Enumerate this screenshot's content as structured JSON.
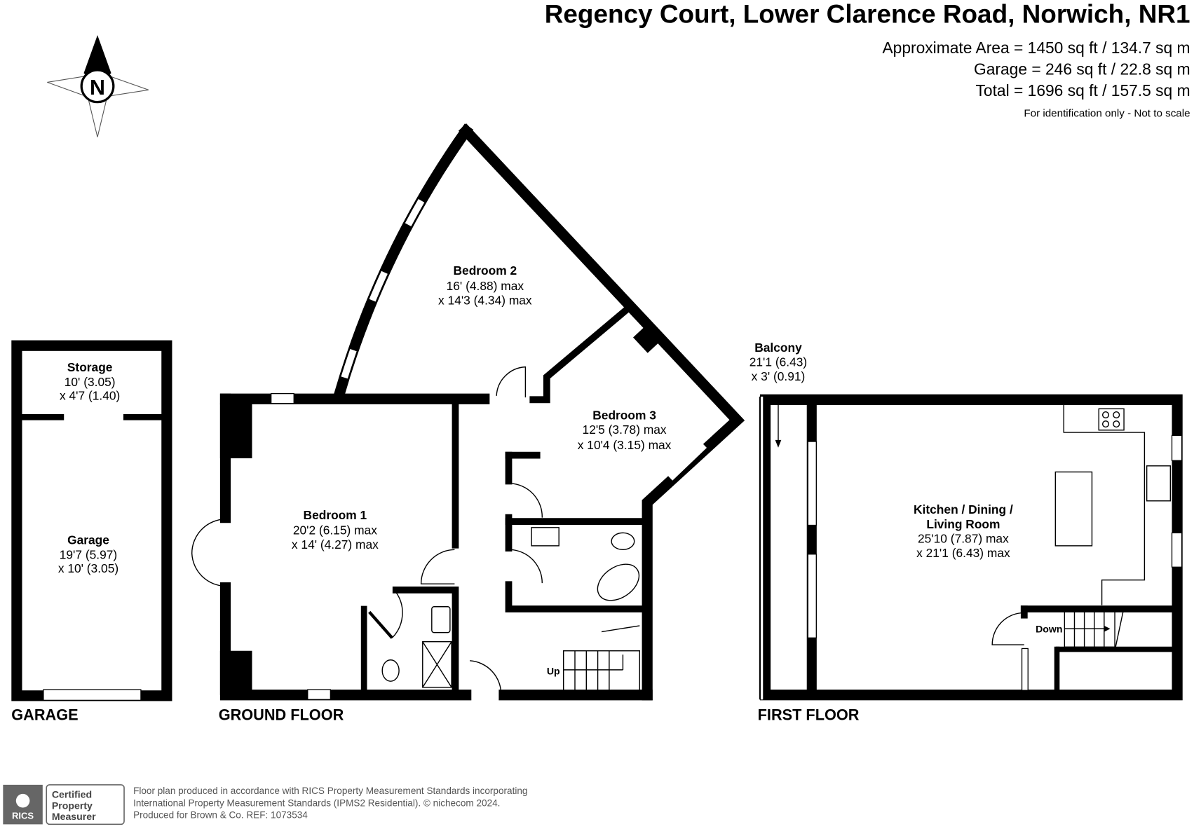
{
  "header": {
    "title": "Regency Court, Lower Clarence Road, Norwich, NR1",
    "area_lines": [
      "Approximate Area = 1450 sq ft / 134.7 sq m",
      "Garage = 246 sq ft / 22.8 sq m",
      "Total = 1696 sq ft / 157.5 sq m"
    ],
    "disclaimer": "For identification only - Not to scale"
  },
  "compass": {
    "label": "N"
  },
  "floors": {
    "garage": "GARAGE",
    "ground": "GROUND FLOOR",
    "first": "FIRST FLOOR"
  },
  "rooms": {
    "storage": {
      "name": "Storage",
      "dim1": "10' (3.05)",
      "dim2": "x 4'7 (1.40)"
    },
    "garage": {
      "name": "Garage",
      "dim1": "19'7 (5.97)",
      "dim2": "x 10' (3.05)"
    },
    "bedroom1": {
      "name": "Bedroom 1",
      "dim1": "20'2 (6.15) max",
      "dim2": "x 14' (4.27) max"
    },
    "bedroom2": {
      "name": "Bedroom 2",
      "dim1": "16' (4.88) max",
      "dim2": "x 14'3 (4.34) max"
    },
    "bedroom3": {
      "name": "Bedroom 3",
      "dim1": "12'5 (3.78) max",
      "dim2": "x 10'4 (3.15) max"
    },
    "balcony": {
      "name": "Balcony",
      "dim1": "21'1 (6.43)",
      "dim2": "x 3' (0.91)"
    },
    "kitchen": {
      "name1": "Kitchen / Dining /",
      "name2": "Living Room",
      "dim1": "25'10 (7.87) max",
      "dim2": "x 21'1 (6.43) max"
    }
  },
  "stairs": {
    "up": "Up",
    "down": "Down"
  },
  "footer": {
    "logo_text": "RICS",
    "badge": [
      "Certified",
      "Property",
      "Measurer"
    ],
    "lines": [
      "Floor plan produced in accordance with RICS Property Measurement Standards incorporating",
      "International Property Measurement Standards (IPMS2 Residential).   © nichecom 2024.",
      "Produced for Brown & Co.   REF: 1073534"
    ]
  }
}
